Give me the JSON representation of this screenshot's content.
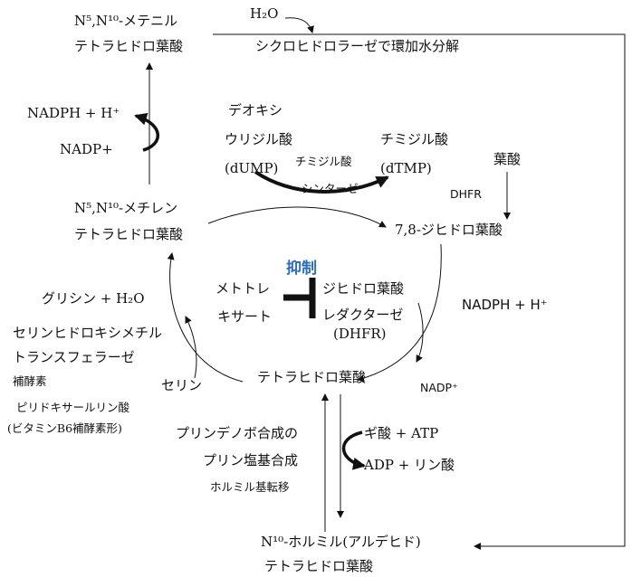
{
  "nodes": {
    "methenyl_l1": "N⁵,N¹⁰-メテニル",
    "methenyl_l2": "テトラヒドロ葉酸",
    "water": "H₂O",
    "cyclohydrolase": "シクロヒドロラーゼで環加水分解",
    "nadph_h_left": "NADPH + H⁺",
    "nadp_left": "NADP+",
    "deoxy": "デオキシ",
    "uridylic": "ウリジル酸",
    "dump": "(dUMP)",
    "ts_l1": "チミジル酸",
    "ts_l2": "シンターゼ",
    "thymidylic": "チミジル酸",
    "dtmp": "(dTMP)",
    "folic": "葉酸",
    "dhfr_top": "DHFR",
    "methylene_l1": "N⁵,N¹⁰-メチレン",
    "methylene_l2": "テトラヒドロ葉酸",
    "dihydrofolate": "7,8-ジヒドロ葉酸",
    "inhibit": "抑制",
    "mtx_l1": "メトトレ",
    "mtx_l2": "キサート",
    "dhfr_l1": "ジヒドロ葉酸",
    "dhfr_l2": "レダクターゼ",
    "dhfr_l3": "(DHFR)",
    "glycine": "グリシン + H₂O",
    "shmt_l1": "セリンヒドロキシメチル",
    "shmt_l2": "トランスフェラーゼ",
    "coenzyme": "補酵素",
    "serine": "セリン",
    "plp_l1": "ピリドキサールリン酸",
    "plp_l2": "(ビタミンB6補酵素形)",
    "nadph_h_right": "NADPH + H⁺",
    "thf": "テトラヒドロ葉酸",
    "nadp_right": "NADP⁺",
    "purine_l1": "プリンデノボ合成の",
    "purine_l2": "プリン塩基合成",
    "formyl_transfer": "ホルミル基転移",
    "formate_atp": "ギ酸 + ATP",
    "adp_pi": "ADP + リン酸",
    "formyl_l1": "N¹⁰-ホルミル(アルデヒド)",
    "formyl_l2": "テトラヒドロ葉酸"
  },
  "colors": {
    "line": "#111111",
    "inhibit": "#2a6ebb"
  }
}
